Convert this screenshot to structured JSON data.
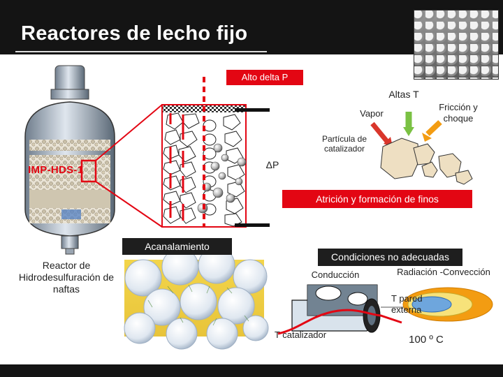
{
  "slide": {
    "title": "Reactores de lecho fijo"
  },
  "labels": {
    "alto_delta_p": "Alto delta P",
    "altas_t": "Altas T",
    "vapor": "Vapor",
    "friccion": "Fricción y choque",
    "particula": "Partícula de catalizador",
    "delta_p": "ΔP",
    "reactor_tag": "IMP-HDS-1",
    "aticion": "Atrición y formación de finos",
    "acanalamiento": "Acanalamiento",
    "condiciones": "Condiciones no adecuadas",
    "reactor_desc": "Reactor de Hidrodesulfuración de naftas",
    "conduccion": "Conducción",
    "radiacion": "Radiación -Convección",
    "t_pared": "T pared externa",
    "t_catalizador": "T catalizador",
    "temp_value": "100 º C"
  },
  "colors": {
    "accent_red": "#e30613",
    "dark": "#1e1e1e",
    "arrow_vapor": "#d9362b",
    "arrow_altas_t": "#7ac143",
    "arrow_friccion": "#f39c12"
  }
}
